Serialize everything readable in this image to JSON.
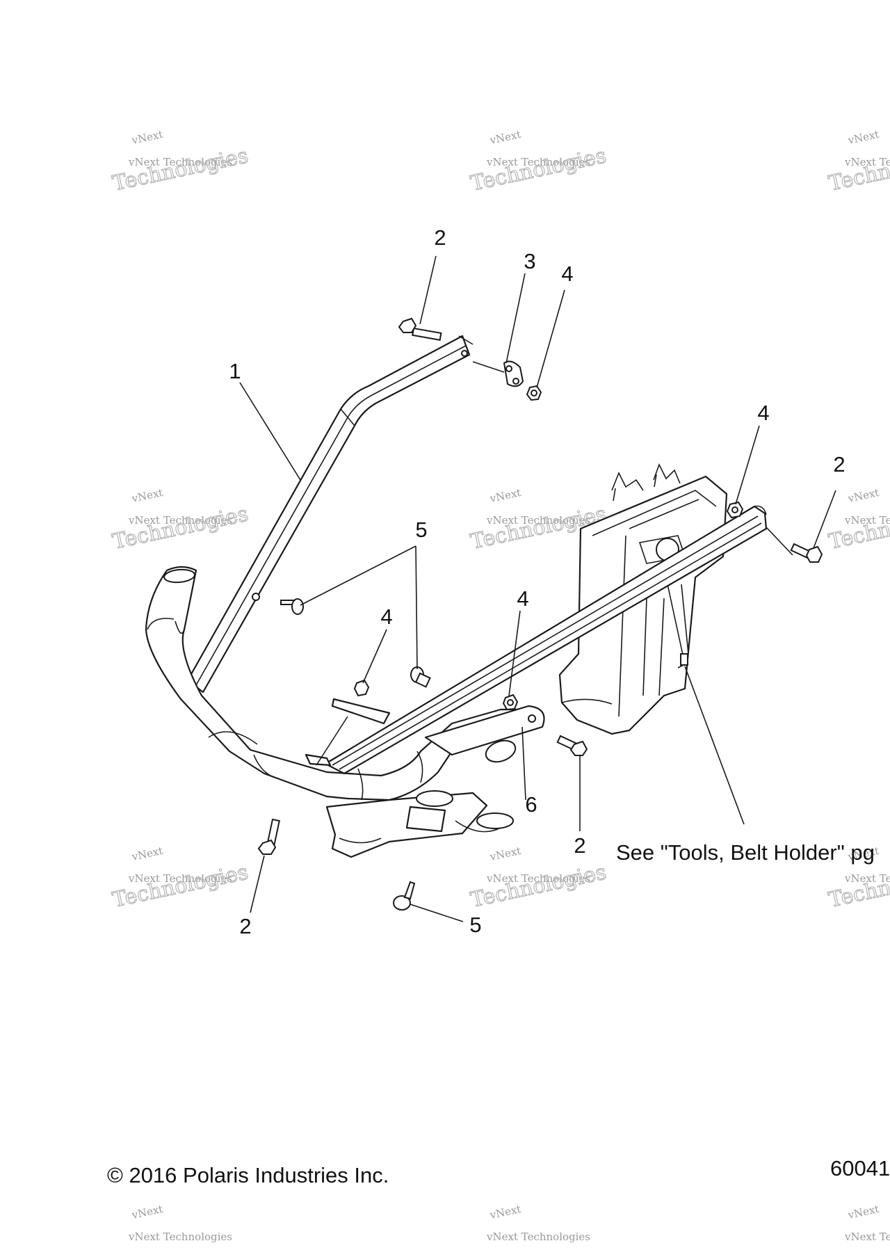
{
  "callouts": {
    "c2_top": "2",
    "c3": "3",
    "c4_top": "4",
    "c1": "1",
    "c4_right": "4",
    "c2_right": "2",
    "c5_mid": "5",
    "c4_mid_left": "4",
    "c4_mid_right": "4",
    "c6": "6",
    "c2_mid": "2",
    "c2_bottom_left": "2",
    "c5_bottom": "5"
  },
  "note_text": "See \"Tools, Belt Holder\" pg",
  "copyright": "© 2016 Polaris Industries Inc.",
  "diagram_number": "60041",
  "watermark": {
    "line1": "vNext Technologies",
    "line2": "Technologies",
    "line3": "vNext"
  }
}
